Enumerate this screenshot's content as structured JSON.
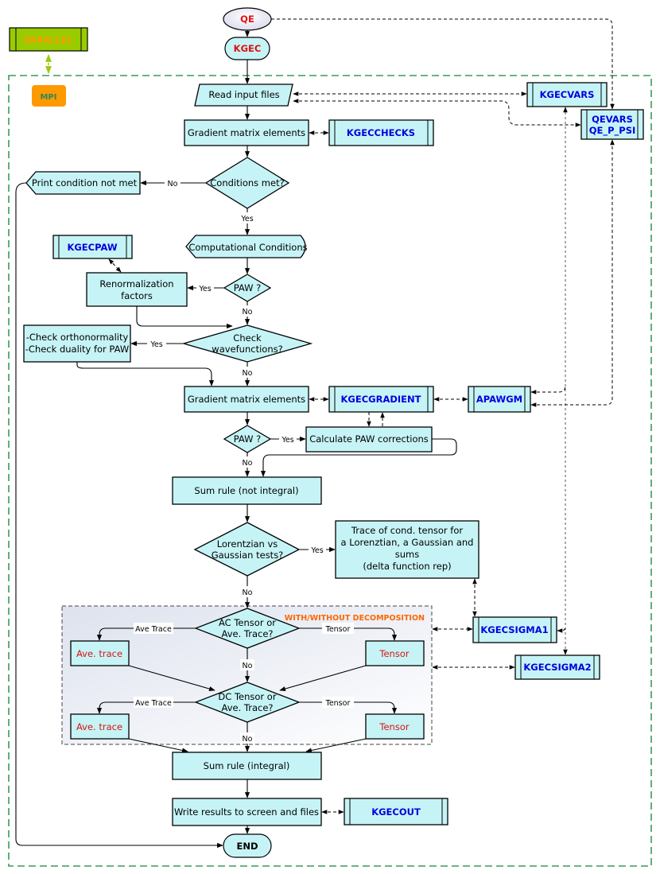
{
  "nodes": {
    "qe": "QE",
    "kgec": "KGEC",
    "parallel": "PARALLEL",
    "mpi": "MPI",
    "read_input": "Read input files",
    "kgecvars": "KGECVARS",
    "qevars_1": "QEVARS",
    "qevars_2": "QE_P_PSI",
    "grad1": "Gradient matrix elements",
    "kgecchecks": "KGECCHECKS",
    "conditions": "Conditions met?",
    "print_cond": "Print condition not met",
    "comp_cond": "Computational Conditions",
    "kgecpaw": "KGECPAW",
    "paw1": "PAW ?",
    "renorm_1": "Renormalization",
    "renorm_2": "factors",
    "checkwf_1": "Check",
    "checkwf_2": "wavefunctions?",
    "checkortho_1": "-Check orthonormality",
    "checkortho_2": "-Check duality for PAW",
    "grad2": "Gradient matrix elements",
    "kgecgradient": "KGECGRADIENT",
    "apawgm": "APAWGM",
    "paw2": "PAW ?",
    "calc_paw": "Calculate PAW corrections",
    "sumrule_ni": "Sum rule (not integral)",
    "lorentz_1": "Lorentzian vs",
    "lorentz_2": "Gaussian tests?",
    "trace_1": "Trace of cond. tensor for",
    "trace_2": "a Lorenztian, a Gaussian and",
    "trace_3": "sums",
    "trace_4": "(delta function rep)",
    "decomp": "WITH/WITHOUT DECOMPOSITION",
    "ac_1": "AC Tensor or",
    "ac_2": "Ave. Trace?",
    "avetrace1": "Ave. trace",
    "tensor1": "Tensor",
    "dc_1": "DC Tensor or",
    "dc_2": "Ave. Trace?",
    "avetrace2": "Ave. trace",
    "tensor2": "Tensor",
    "kgecsigma1": "KGECSIGMA1",
    "kgecsigma2": "KGECSIGMA2",
    "sumrule_int": "Sum rule (integral)",
    "write": "Write results to screen and files",
    "kgecout": "KGECOUT",
    "end": "END"
  },
  "edge_labels": {
    "no": "No",
    "yes": "Yes",
    "ave_trace": "Ave Trace",
    "tensor": "Tensor"
  },
  "colors": {
    "box_fill": "#c6f4f6",
    "subroutine_text": "#0000e0",
    "emphasis_text": "#e01010",
    "mpi_fill": "#ff9900",
    "parallel_fill": "#99cc00",
    "frame_green": "#3a9a5a",
    "decomp_label": "#ff6600"
  }
}
